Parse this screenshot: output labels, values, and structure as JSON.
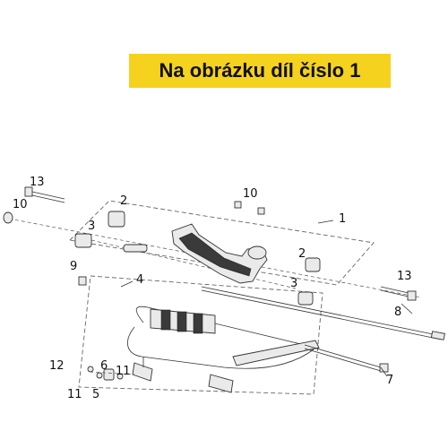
{
  "banner": {
    "text": "Na obrázku díl číslo 1"
  },
  "callouts": {
    "c1": "1",
    "c2a": "2",
    "c2b": "2",
    "c3a": "3",
    "c3b": "3",
    "c4": "4",
    "c5": "5",
    "c6": "6",
    "c7": "7",
    "c8": "8",
    "c9": "9",
    "c10a": "10",
    "c10b": "10",
    "c11a": "11",
    "c11b": "11",
    "c12": "12",
    "c13a": "13",
    "c13b": "13"
  }
}
